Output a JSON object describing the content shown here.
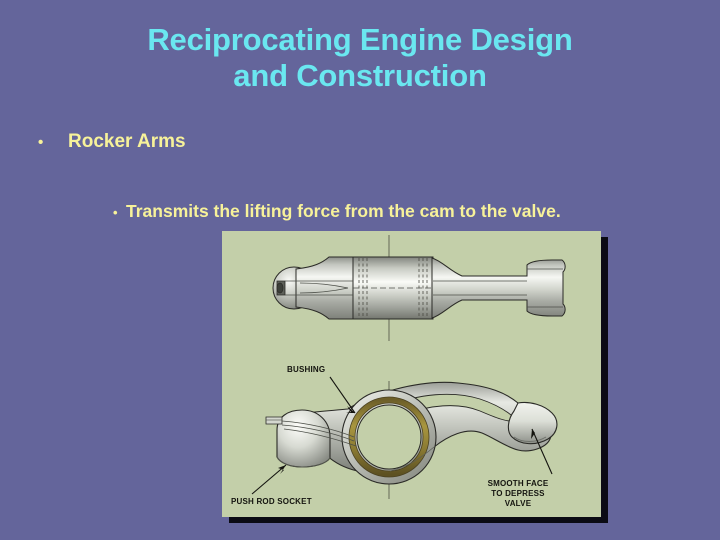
{
  "slide": {
    "background_color": "#64659b",
    "title": {
      "color": "#6ae7f0",
      "line1": "Reciprocating Engine Design",
      "line2": "and Construction"
    },
    "bullets": {
      "color": "#f7f29a",
      "level1": {
        "marker": "•",
        "text": "Rocker Arms"
      },
      "level2": {
        "marker": "•",
        "text": "Transmits the lifting force from the cam to the valve."
      }
    },
    "picture": {
      "background_color": "#c3cfa9",
      "shadow_color": "#0b0b14",
      "metal_light": "#f4f5f0",
      "metal_mid": "#b9bcb4",
      "metal_dark": "#7d8079",
      "bushing_color": "#8a7a3a",
      "outline_color": "#2a2a26",
      "labels": {
        "bushing": "BUSHING",
        "push_rod_socket": "PUSH ROD SOCKET",
        "smooth_face_line1": "SMOOTH FACE",
        "smooth_face_line2": "TO DEPRESS",
        "smooth_face_line3": "VALVE"
      }
    }
  }
}
